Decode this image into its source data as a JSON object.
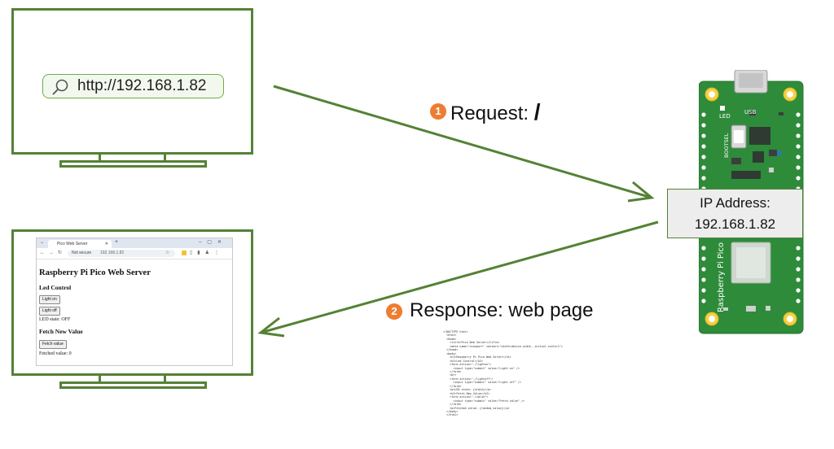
{
  "client_monitor": {
    "url": "http://192.168.1.82"
  },
  "browser": {
    "tab_title": "Pico Web Server",
    "not_secure": "Not secure",
    "address": "192.168.1.82",
    "heading": "Raspberry Pi Pico Web Server",
    "led_section": "Led Control",
    "light_on_button": "Light on",
    "light_off_button": "Light off",
    "led_state": "LED state: OFF",
    "fetch_section": "Fetch New Value",
    "fetch_button": "Fetch value",
    "fetched_value": "Fetched value: 0"
  },
  "steps": [
    {
      "number": "1",
      "text": "Request:",
      "path": "/"
    },
    {
      "number": "2",
      "text": "Response: web page"
    }
  ],
  "server": {
    "ip_label": "IP Address:",
    "ip_value": "192.168.1.82",
    "board_name": "Raspberry Pi Pico",
    "silk_bootsel": "BOOTSEL",
    "silk_led": "LED",
    "silk_usb": "USB"
  },
  "html_code": "<!DOCTYPE html>\n  <html>\n  <head>\n    <title>Pico Web Server</title>\n    <meta name=\"viewport\" content=\"width=device-width, initial-scale=1\">\n  </head>\n  <body>\n    <h1>Raspberry Pi Pico Web Server</h1>\n    <h2>Led Control</h2>\n    <form action=\"./lighton\">\n      <input type=\"submit\" value=\"Light on\" />\n    </form>\n    <br>\n    <form action=\"./lightoff\">\n      <input type=\"submit\" value=\"Light off\" />\n    </form>\n    <p>LED state: {state}</p>\n    <h2>Fetch New Value</h2>\n    <form action=\"./value\">\n      <input type=\"submit\" value=\"Fetch value\" />\n    </form>\n    <p>Fetched value: {random_value}</p>\n  </body>\n  </html>",
  "colors": {
    "frame_green": "#548235",
    "arrow_green": "#548235",
    "badge_orange": "#ed7d31",
    "pcb_green": "#2e8b3a"
  }
}
